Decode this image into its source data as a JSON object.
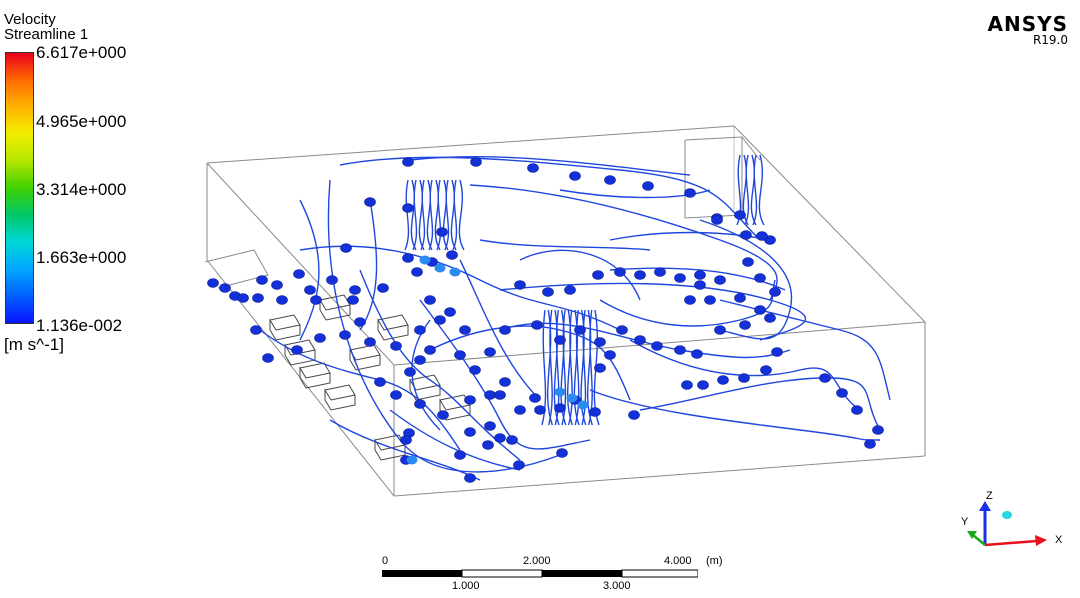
{
  "legend": {
    "quantity": "Velocity",
    "object": "Streamline 1",
    "ticks": [
      "6.617e+000",
      "4.965e+000",
      "3.314e+000",
      "1.663e+000",
      "1.136e-002"
    ],
    "unit": "[m s^-1]",
    "colors": {
      "max": "#e8001c",
      "mid": "#3fd100",
      "min": "#0a14ff"
    }
  },
  "brand": {
    "name": "ANSYS",
    "version": "R19.0"
  },
  "scale_bar": {
    "top_labels": [
      "0",
      "2.000",
      "4.000",
      "(m)"
    ],
    "bottom_labels": [
      "1.000",
      "3.000"
    ]
  },
  "axes": {
    "x": "X",
    "y": "Y",
    "z": "Z",
    "x_color": "#e8101c",
    "y_color": "#1aa81a",
    "z_color": "#1a2fe8"
  },
  "scene": {
    "streamline_color": "#1f47e0",
    "marker_color": "#1430d8",
    "box_color": "#8a8a8a"
  }
}
